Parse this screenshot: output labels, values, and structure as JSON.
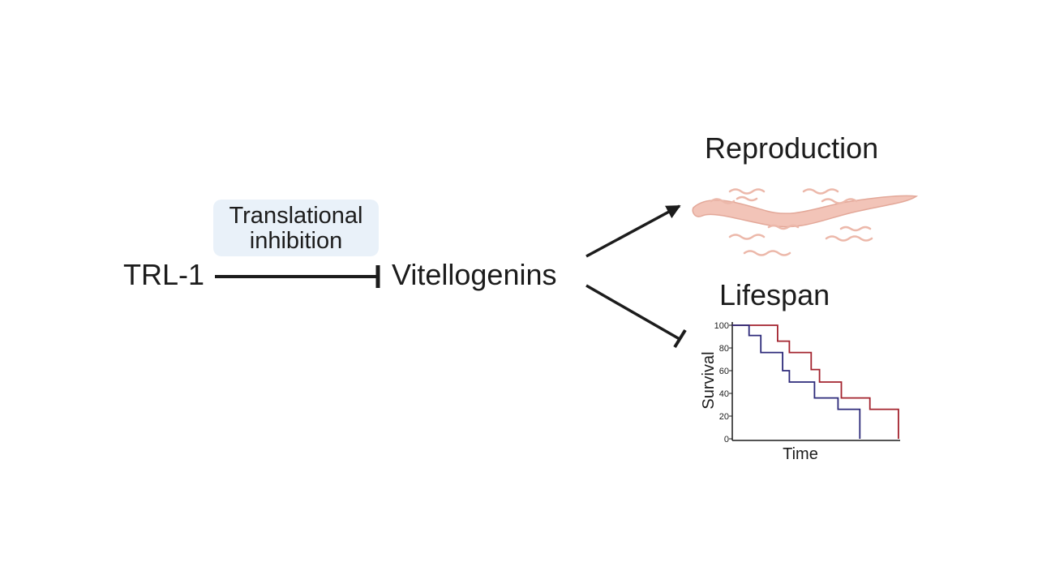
{
  "nodes": {
    "trl1": "TRL-1",
    "vitellogenins": "Vitellogenins",
    "reproduction": "Reproduction",
    "lifespan": "Lifespan"
  },
  "edge_label": {
    "line1": "Translational",
    "line2": "inhibition"
  },
  "colors": {
    "text": "#1c1c1c",
    "label_box": "#e9f1f9",
    "worm": "#f2c4b8",
    "worm_outline": "#e3a899",
    "series_red": "#a3232e",
    "series_blue": "#2d2a7a"
  },
  "survival_plot": {
    "ylabel": "Survival",
    "xlabel": "Time",
    "yticks": [
      "0",
      "20",
      "40",
      "60",
      "80",
      "100"
    ],
    "ylim": [
      0,
      100
    ]
  },
  "chart_data": {
    "type": "line",
    "ylabel": "Survival",
    "xlabel": "Time",
    "ylim": [
      0,
      100
    ],
    "yticks": [
      0,
      20,
      40,
      60,
      80,
      100
    ],
    "xlim": [
      0,
      10
    ],
    "series": [
      {
        "color": "#a3232e",
        "x": [
          0,
          2.7,
          2.7,
          3.4,
          3.4,
          4.7,
          4.7,
          5.2,
          5.2,
          6.5,
          6.5,
          8.2,
          8.2,
          9.9,
          9.9
        ],
        "y": [
          100,
          100,
          86,
          86,
          76,
          76,
          61,
          61,
          50,
          50,
          36,
          36,
          26,
          26,
          0
        ]
      },
      {
        "color": "#2d2a7a",
        "x": [
          0,
          1.0,
          1.0,
          1.7,
          1.7,
          3.0,
          3.0,
          3.4,
          3.4,
          4.9,
          4.9,
          6.3,
          6.3,
          7.6,
          7.6
        ],
        "y": [
          100,
          100,
          91,
          91,
          76,
          76,
          60,
          60,
          50,
          50,
          36,
          36,
          26,
          26,
          0
        ]
      }
    ]
  }
}
